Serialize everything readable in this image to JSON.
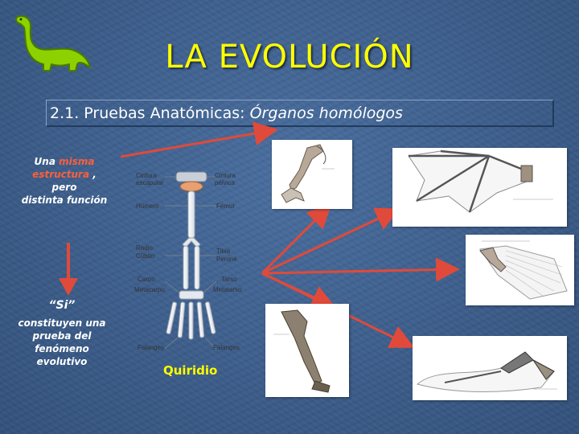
{
  "slide": {
    "title": "LA EVOLUCIÓN",
    "subtitle_prefix": "2.1. Pruebas Anatómicas: ",
    "subtitle_italic": "Órganos homólogos",
    "note1": {
      "line1_a": "Una ",
      "line1_b": "misma",
      "line2_a": "estructura",
      "line2_b": " ,",
      "line3": "pero",
      "line4": "distinta función"
    },
    "note2": {
      "quote": "“Si”",
      "line1": "constituyen una",
      "line2": "prueba del",
      "line3": "fenómeno",
      "line4": "evolutivo"
    },
    "caption": "Quiridio",
    "skeleton_labels": {
      "cintura_escapular": "Cintura escapular",
      "cintura_pelvica": "Cintura pélvica",
      "humero": "Húmero",
      "femur": "Fémur",
      "radio": "Radio",
      "cubito": "Cúbito",
      "tibia": "Tibia",
      "perone": "Peroné",
      "carpo": "Carpo",
      "tarso": "Tarso",
      "metacarpo": "Metacarpo",
      "metatarso": "Metatarso",
      "falanges_left": "Falanges",
      "falanges_right": "Falanges"
    },
    "colors": {
      "title": "#ffff00",
      "highlight": "#ff5f3a",
      "arrow": "#e04a3a",
      "background": "#3d5f8c"
    }
  }
}
